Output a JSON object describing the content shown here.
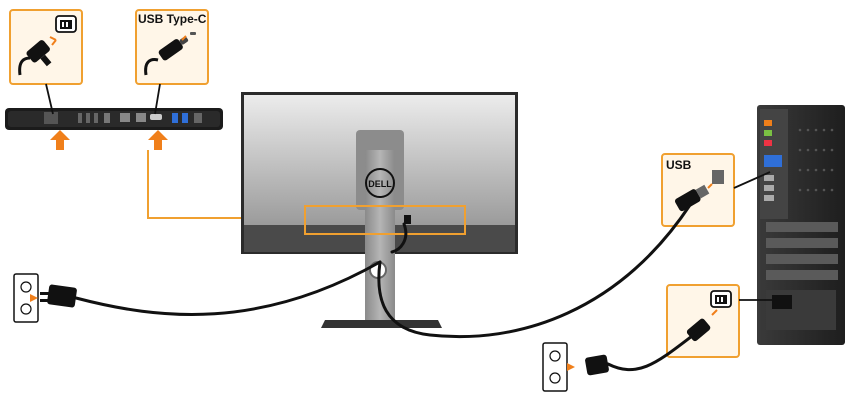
{
  "labels": {
    "usb_type_c": "USB Type-C",
    "usb": "USB",
    "monitor_brand": "DELL"
  },
  "colors": {
    "callout_border": "#f0a030",
    "callout_fill": "#fff6e8",
    "arrow": "#f07f1a",
    "cable": "#111111",
    "monitor_frame": "#2b2b2b",
    "screen_top": "#e6e6e6",
    "screen_bottom": "#9a9a9a",
    "stand": "#9c9c9c",
    "pc_case": "#2e2e2e"
  },
  "icons": [
    "power-plug-icon",
    "usb-type-c-plug-icon",
    "usb-plug-icon",
    "wall-outlet-icon",
    "iec-socket-icon",
    "arrow-icon"
  ]
}
